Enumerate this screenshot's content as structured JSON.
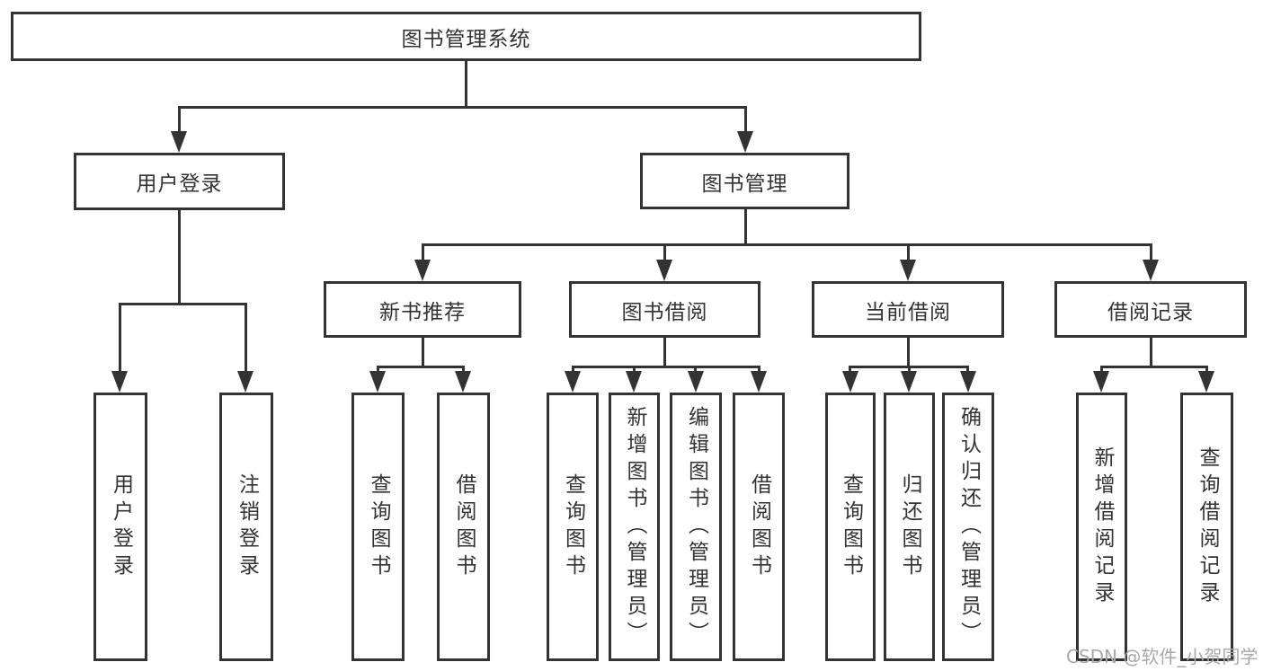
{
  "diagram_title": "图书管理系统",
  "nodes": {
    "root": "图书管理系统",
    "level2": [
      "用户登录",
      "图书管理"
    ],
    "level3": [
      "新书推荐",
      "图书借阅",
      "当前借阅",
      "借阅记录"
    ],
    "leaves_login": [
      "用户登录",
      "注销登录"
    ],
    "leaves_recommend": [
      "查询图书",
      "借阅图书"
    ],
    "leaves_borrow": [
      "查询图书",
      "新增图书（管理员）",
      "编辑图书（管理员）",
      "借阅图书"
    ],
    "leaves_current": [
      "查询图书",
      "归还图书",
      "确认归还（管理员）"
    ],
    "leaves_records": [
      "新增借阅记录",
      "查询借阅记录"
    ]
  },
  "watermark": "CSDN @软件_小贺同学",
  "colors": {
    "line": "#333333",
    "box_border": "#333333",
    "text": "#333333",
    "watermark": "#a8a8a8",
    "background": "#ffffff"
  }
}
